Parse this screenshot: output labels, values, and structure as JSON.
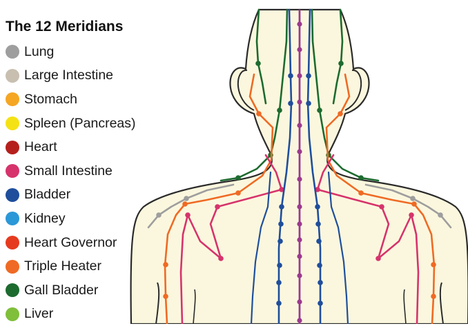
{
  "title": "The 12 Meridians",
  "meridians": [
    {
      "label": "Lung",
      "color": "#9e9e9e"
    },
    {
      "label": "Large Intestine",
      "color": "#c8bfb0"
    },
    {
      "label": "Stomach",
      "color": "#f5a623"
    },
    {
      "label": "Spleen (Pancreas)",
      "color": "#f5e214"
    },
    {
      "label": "Heart",
      "color": "#b5201c"
    },
    {
      "label": "Small Intestine",
      "color": "#d6336c"
    },
    {
      "label": "Bladder",
      "color": "#1f4e9c"
    },
    {
      "label": "Kidney",
      "color": "#2b98d8"
    },
    {
      "label": "Heart Governor",
      "color": "#e63a1e"
    },
    {
      "label": "Triple Heater",
      "color": "#ef6a24"
    },
    {
      "label": "Gall Bladder",
      "color": "#1d6b2f"
    },
    {
      "label": "Liver",
      "color": "#7fbf3a"
    }
  ],
  "figure": {
    "skin_color": "#fbf7de",
    "outline_color": "#2b2b2b",
    "governing_vessel_color": "#9b3a8e"
  }
}
